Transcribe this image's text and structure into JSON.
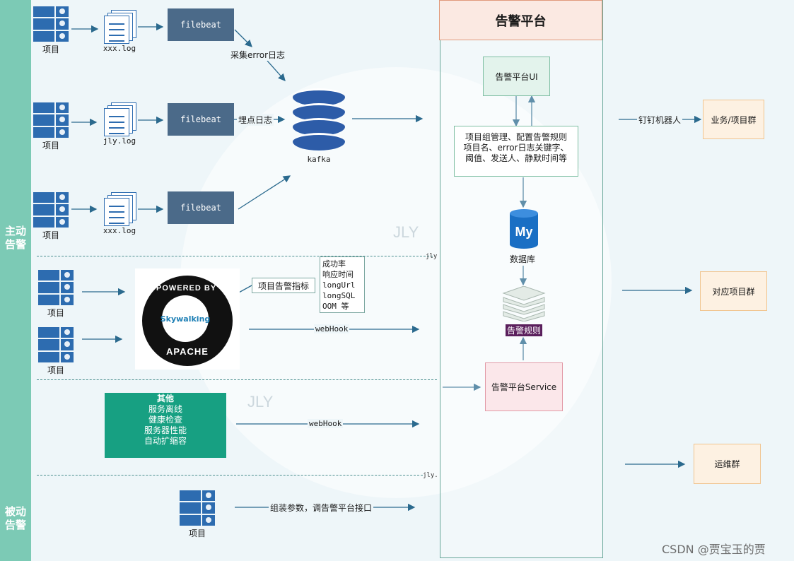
{
  "side": {
    "active": "主动\n告警",
    "passive": "被动\n告警"
  },
  "platform": {
    "title": "告警平台",
    "ui": "告警平台UI",
    "config_lines": [
      "项目组管理、配置告警规则",
      "项目名、error日志关键字、",
      "阈值、发送人、静默时间等"
    ],
    "db": "数据库",
    "rules": "告警规则",
    "service": "告警平台Service"
  },
  "sources": {
    "project": "项目",
    "logs": [
      "xxx.log",
      "jly.log",
      "xxx.log"
    ],
    "filebeat": "filebeat",
    "collect_label": "采集error日志",
    "track_label": "埋点日志",
    "kafka": "kafka"
  },
  "skywalking": {
    "metric_label": "项目告警指标",
    "metrics": [
      "成功率",
      "响应时间",
      "longUrl",
      "longSQL",
      "OOM 等"
    ],
    "webhook": "webHook",
    "logo_top": "POWERED BY",
    "logo_mid": "Skywalking",
    "logo_bottom": "APACHE"
  },
  "other": {
    "title": "其他",
    "items": [
      "服务离线",
      "健康检查",
      "服务器性能",
      "自动扩缩容"
    ],
    "webhook": "webHook"
  },
  "passive": {
    "call": "组装参数，调告警平台接口"
  },
  "targets": {
    "robot": "钉钉机器人",
    "business": "业务/项目群",
    "project": "对应项目群",
    "ops": "运维群"
  },
  "watermarks": {
    "jly": "JLY",
    "dash_tag_1": "jly",
    "dash_tag_2": "jly."
  },
  "footer": "CSDN @贾宝玉的贾",
  "colors": {
    "sidebar": "#7ccab5",
    "filebeat": "#4b6a89",
    "other_box": "#17a082",
    "kafka": "#2d5ca8",
    "arrow": "#2b6a8e"
  }
}
